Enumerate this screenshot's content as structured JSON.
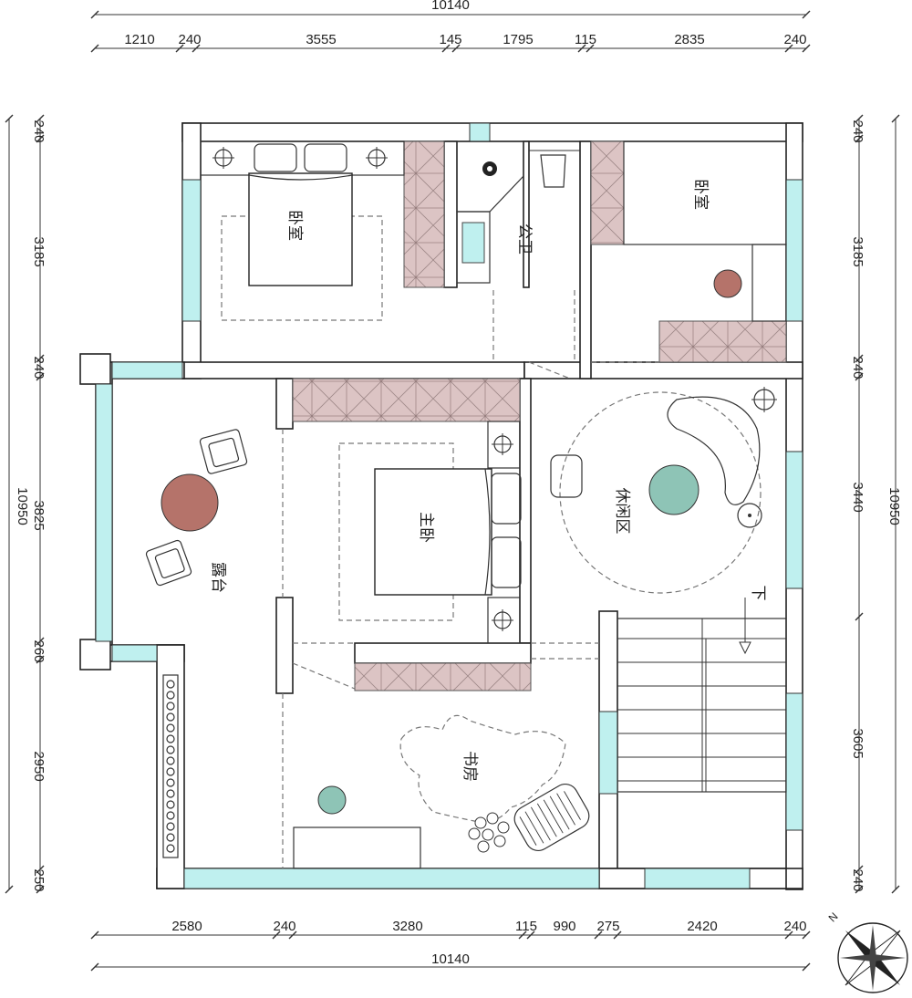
{
  "plan": {
    "dims": {
      "top_total": "10140",
      "top": [
        "1210",
        "240",
        "3555",
        "145",
        "1795",
        "115",
        "2835",
        "240"
      ],
      "bottom": [
        "2580",
        "240",
        "3280",
        "115",
        "990",
        "275",
        "2420",
        "240"
      ],
      "bottom_total": "10140",
      "left": [
        "240",
        "3185",
        "240",
        "3825",
        "260",
        "2950",
        "250"
      ],
      "left_total": "10950",
      "right": [
        "240",
        "3185",
        "240",
        "3440",
        "3605",
        "240"
      ],
      "right_total": "10950"
    },
    "rooms": {
      "bedroom_nw": "卧室",
      "bathroom": "公卫",
      "bedroom_ne": "卧室",
      "master": "主卧",
      "lounge": "休闲区",
      "terrace": "露台",
      "study": "书房",
      "stairs_down": "下"
    },
    "colors": {
      "wall": "#ffffff",
      "window": "#bff0ef",
      "cabinet": "#dcc4c4",
      "rug_red": "#b5736a",
      "rug_teal": "#8ec4b6"
    }
  }
}
